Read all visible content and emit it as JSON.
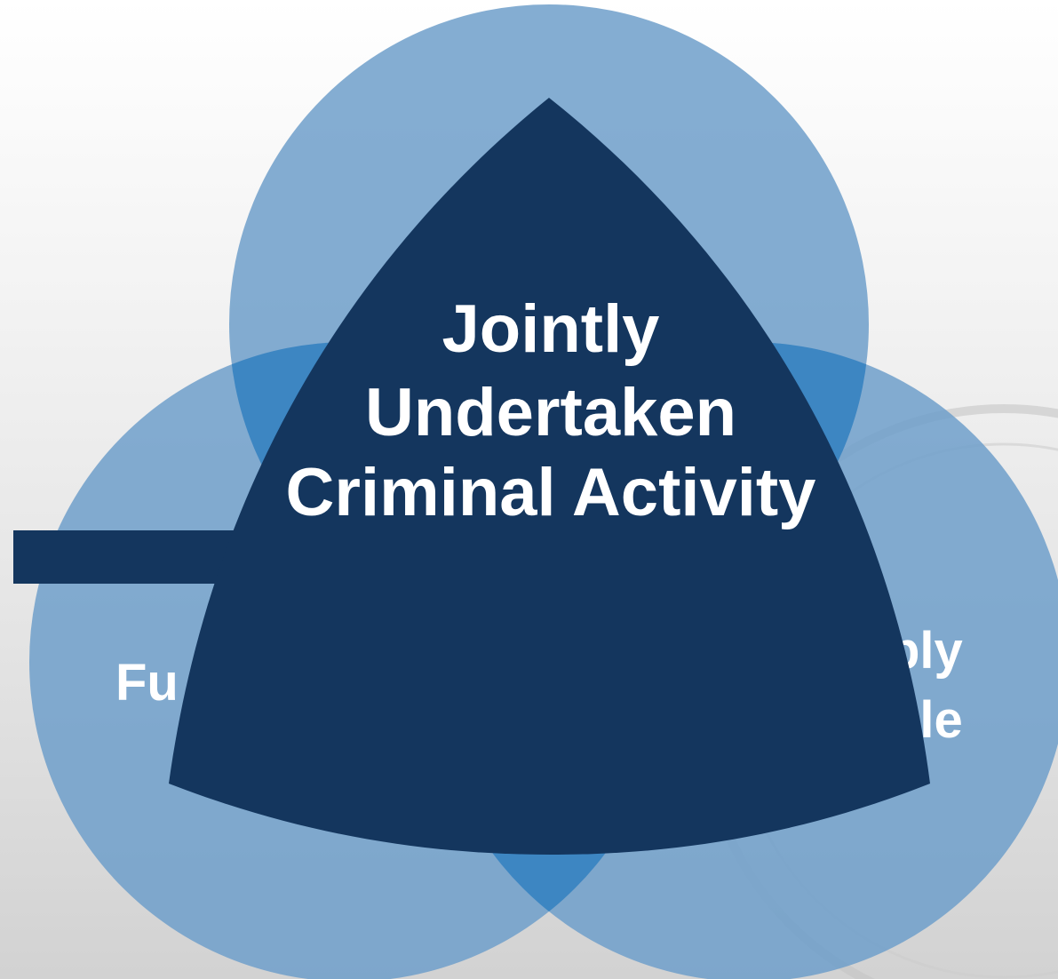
{
  "colors": {
    "circle_fill": "#6f9fca",
    "overlap_fill": "#3d86c2",
    "center_fill": "#14365e",
    "text": "#ffffff",
    "watermark": "#b8b8b8"
  },
  "diagram": {
    "center_label": {
      "lines": [
        "Jointly",
        "Undertaken",
        "Criminal Activity"
      ]
    },
    "left_label_fragment": "Fu",
    "right_label_fragments": [
      "bly",
      "ble"
    ]
  }
}
